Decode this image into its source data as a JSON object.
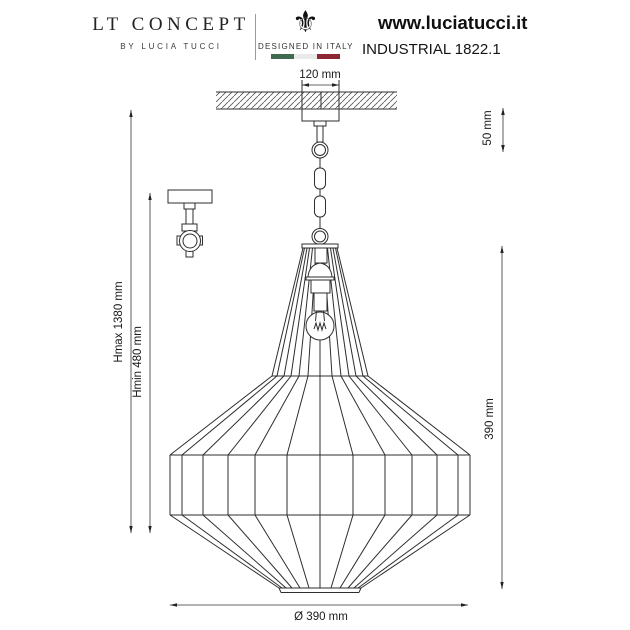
{
  "header": {
    "brand_name": "LT CONCEPT",
    "brand_byline": "BY LUCIA TUCCI",
    "fleur_glyph": "⚜",
    "designed_in": "DESIGNED IN ITALY",
    "website": "www.luciatucci.it",
    "model": "INDUSTRIAL 1822.1",
    "flag_colors": {
      "green": "#41694f",
      "white": "#e9e9e9",
      "red": "#8c2633"
    }
  },
  "dimensions": {
    "canopy_width": "120 mm",
    "suspension_drop": "50 mm",
    "height_max": "Hmax 1380 mm",
    "height_min": "Hmin 480 mm",
    "shade_height": "390 mm",
    "shade_diameter": "Ø 390 mm"
  },
  "colors": {
    "line": "#2e2e2e",
    "dimension_line": "#333333",
    "text": "#1a1a1a"
  }
}
